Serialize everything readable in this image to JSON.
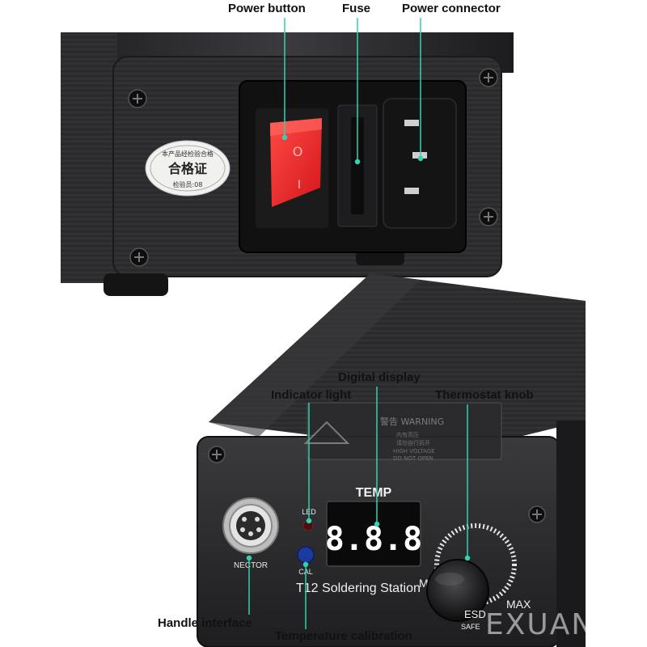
{
  "labels": {
    "power_button": "Power button",
    "fuse": "Fuse",
    "power_connector": "Power connector",
    "digital_display": "Digital display",
    "indicator_light": "Indicator light",
    "thermostat_knob": "Thermostat knob",
    "handle_interface": "Handle interface",
    "temperature_calibration": "Temperature calibration"
  },
  "rear_panel": {
    "certificate_top": "本产品经检验合格",
    "certificate_main": "合格证",
    "certificate_bottom": "检验员:08",
    "switch_on_symbol": "I",
    "switch_off_symbol": "O"
  },
  "front_panel": {
    "warning_title": "警告 WARNING",
    "warning_line1": "内有高压",
    "warning_line2": "请勿自行拆开",
    "warning_line3": "HIGH VOLTAGE",
    "warning_line4": "DO NOT OPEN",
    "temp_label": "TEMP",
    "display_value": "8.8.8",
    "led_label": "LED",
    "cal_label": "CAL",
    "connector_label": "NECTOR",
    "min_label": "M",
    "max_label": "MAX",
    "model_label": "T12 Soldering Station",
    "esd_label": "ESD",
    "safe_label": "SAFE"
  },
  "watermark": "EXUAN",
  "colors": {
    "callout_line": "#2fd3b0",
    "switch_red": "#f2262a",
    "device_body": "#2a2a2c",
    "display_digits": "#ffffff"
  }
}
